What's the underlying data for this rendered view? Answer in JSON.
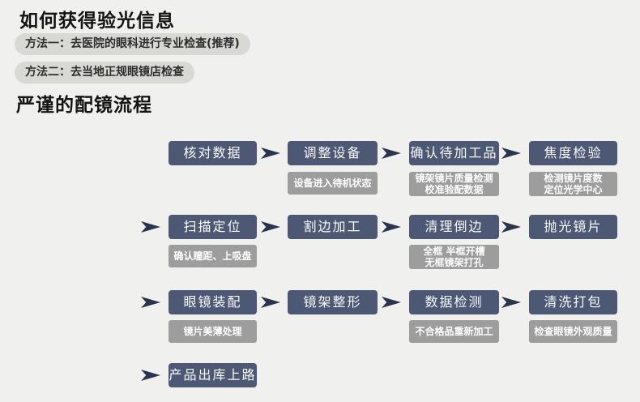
{
  "colors": {
    "bg": "#f0f0ee",
    "badge-bg": "#d8d8d5",
    "badge-text": "#2d2d2d",
    "heading-text": "#141414",
    "box-bg": "#4d5875",
    "box-text": "#fafafa",
    "note-bg": "#9d9d9d",
    "note-text": "#ffffff",
    "arrow": "#2b344f"
  },
  "header": {
    "title": "如何获得验光信息"
  },
  "methods": [
    {
      "label": "方法一：去医院的眼科进行专业检查(推荐)"
    },
    {
      "label": "方法二：去当地正规眼镜店检查"
    }
  ],
  "process": {
    "title": "严谨的配镜流程",
    "rows": [
      {
        "steps": [
          {
            "label": "核对数据"
          },
          {
            "label": "调整设备",
            "note": [
              "设备进入待机状态"
            ]
          },
          {
            "label": "确认待加工品",
            "note": [
              "镜架镜片质量检测",
              "校准验配数据"
            ]
          },
          {
            "label": "焦度检验",
            "note": [
              "检测镜片度数",
              "定位光学中心"
            ]
          }
        ]
      },
      {
        "steps": [
          {
            "label": "扫描定位",
            "note": [
              "确认瞳距、上吸盘"
            ]
          },
          {
            "label": "割边加工"
          },
          {
            "label": "清理倒边",
            "note": [
              "全框 半框开槽",
              "无框镜架打孔"
            ]
          },
          {
            "label": "抛光镜片"
          }
        ]
      },
      {
        "steps": [
          {
            "label": "眼镜装配",
            "note": [
              "镜片美薄处理"
            ]
          },
          {
            "label": "镜架整形"
          },
          {
            "label": "数据检测",
            "note": [
              "不合格品重新加工"
            ]
          },
          {
            "label": "清洗打包",
            "note": [
              "检查眼镜外观质量"
            ]
          }
        ]
      },
      {
        "steps": [
          {
            "label": "产品出库上路"
          }
        ]
      }
    ]
  }
}
